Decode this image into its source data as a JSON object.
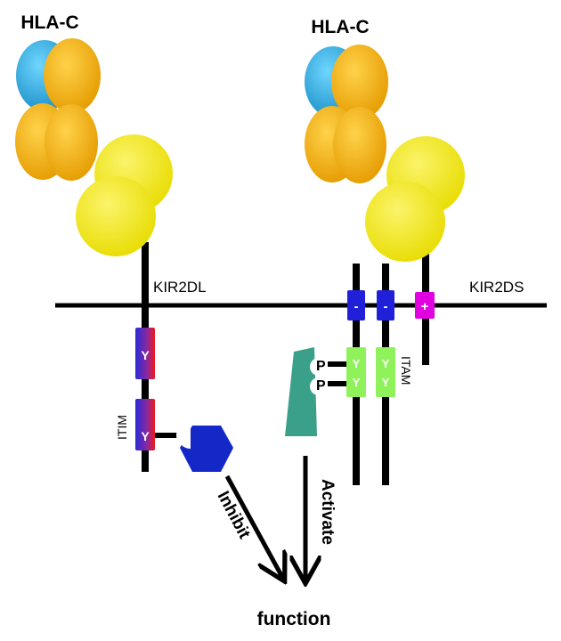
{
  "labels": {
    "hla_left": "HLA-C",
    "hla_right": "HLA-C",
    "kir2dl": "KIR2DL",
    "kir2ds": "KIR2DS",
    "itim": "ITIM",
    "itam": "ITAM",
    "phospho": "P",
    "tyrosine": "Y",
    "minus": "-",
    "plus": "+",
    "inhibit": "Inhibit",
    "activate": "Activate",
    "function": "function"
  },
  "colors": {
    "alpha3_domain": "#29a8dc",
    "alpha_domain": "#f5b200",
    "beta2m_domain": "#f3e600",
    "membrane": "#000000",
    "itim_motif_start": "#2a2ad6",
    "itim_motif_end": "#f01818",
    "itam_motif": "#8ff25a",
    "negative_residue": "#2020d8",
    "positive_residue": "#e000e0",
    "shp_phosphatase": "#1428c8",
    "syk_kinase": "#3aa08a"
  },
  "icons": {
    "phosphatase": "hexagon",
    "kinase": "trapezoid"
  }
}
